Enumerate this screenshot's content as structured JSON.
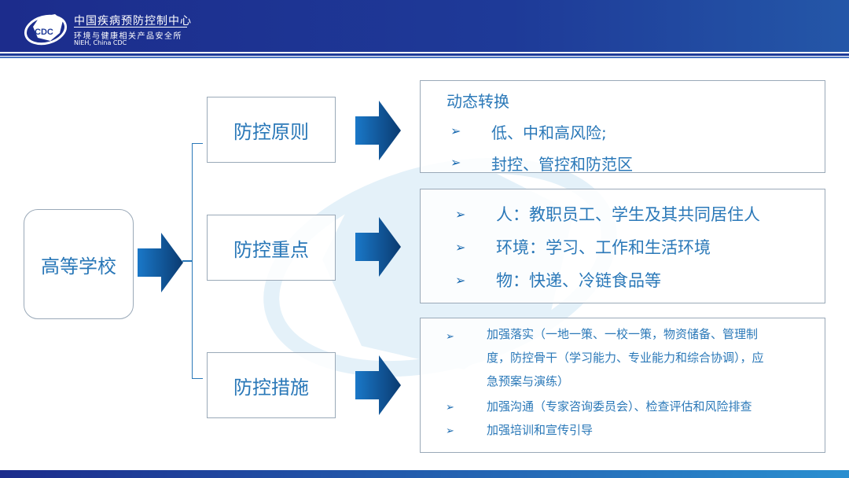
{
  "header": {
    "org_name": "中国疾病预防控制中心",
    "dept_name": "环境与健康相关产品安全所",
    "dept_en": "NIEH, China CDC",
    "logo_text": "CDC"
  },
  "colors": {
    "header": "#1e3a98",
    "text": "#2a78b8",
    "arrow_start": "#1a78c8",
    "arrow_end": "#0a3a70"
  },
  "root": {
    "label": "高等学校"
  },
  "branches": [
    {
      "label": "防控原则",
      "title": "动态转换",
      "items": [
        "低、中和高风险;",
        "封控、管控和防范区"
      ]
    },
    {
      "label": "防控重点",
      "items": [
        "人：教职员工、学生及其共同居住人",
        "环境：学习、工作和生活环境",
        "物：快递、冷链食品等"
      ]
    },
    {
      "label": "防控措施",
      "items": [
        "加强落实（一地一策、一校一策，物资储备、管理制",
        "度，防控骨干（学习能力、专业能力和综合协调），应",
        "急预案与演练）",
        "加强沟通（专家咨询委员会）、检查评估和风险排查",
        "加强培训和宣传引导"
      ]
    }
  ],
  "bullet": "➢"
}
